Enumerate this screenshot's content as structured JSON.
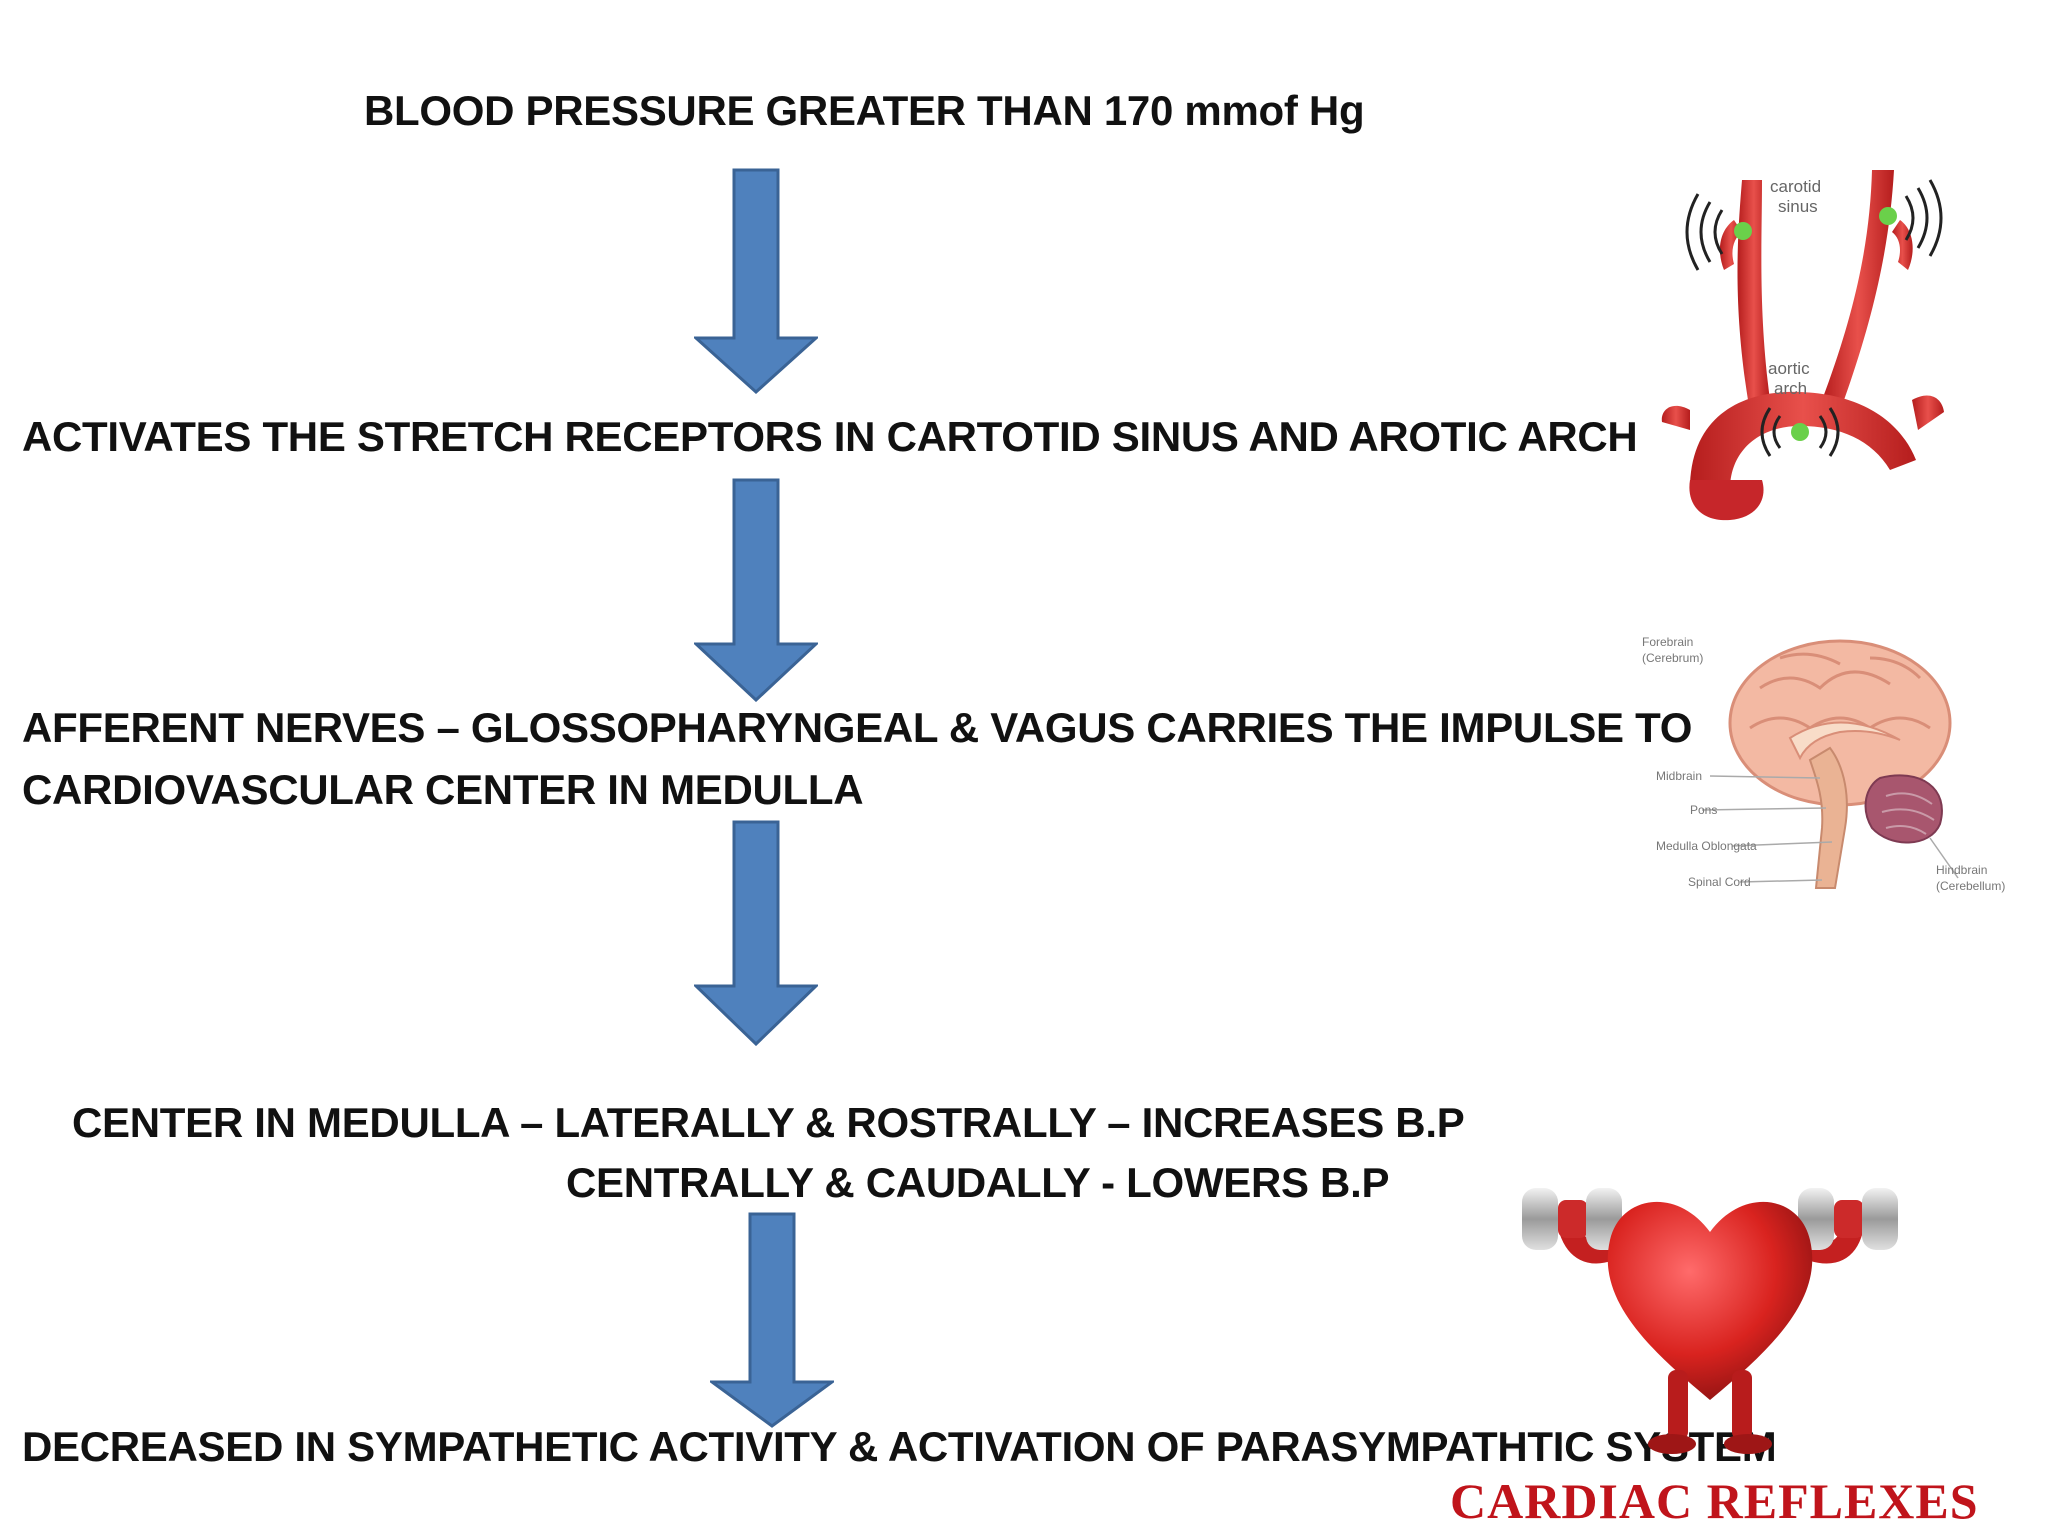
{
  "flow": {
    "step1": "BLOOD PRESSURE GREATER THAN 170 mmof Hg",
    "step2": "ACTIVATES THE STRETCH RECEPTORS IN CARTOTID SINUS AND AROTIC ARCH",
    "step3_line1": "AFFERENT NERVES – GLOSSOPHARYNGEAL & VAGUS CARRIES THE IMPULSE TO",
    "step3_line2": "CARDIOVASCULAR CENTER IN MEDULLA",
    "step4_line1": "CENTER IN MEDULLA – LATERALLY & ROSTRALLY – INCREASES B.P",
    "step4_line2": "CENTRALLY & CAUDALLY -  LOWERS B.P",
    "step5": "DECREASED IN SYMPATHETIC ACTIVITY & ACTIVATION OF PARASYMPATHTIC SYSTEM"
  },
  "colors": {
    "arrow_fill": "#4f81bd",
    "arrow_stroke": "#3a6395",
    "brand": "#c0141b",
    "artery": "#d9312f"
  },
  "artery_illustration": {
    "label_carotid": "carotid",
    "label_sinus": "sinus",
    "label_aortic": "aortic",
    "label_arch": "arch"
  },
  "brain_illustration": {
    "forebrain": "Forebrain",
    "cerebrum": "(Cerebrum)",
    "midbrain": "Midbrain",
    "pons": "Pons",
    "medulla": "Medulla Oblongata",
    "spinal": "Spinal Cord",
    "hindbrain": "Hindbrain",
    "cerebellum": "(Cerebellum)"
  },
  "brand": {
    "label": "CARDIAC REFLEXES"
  }
}
